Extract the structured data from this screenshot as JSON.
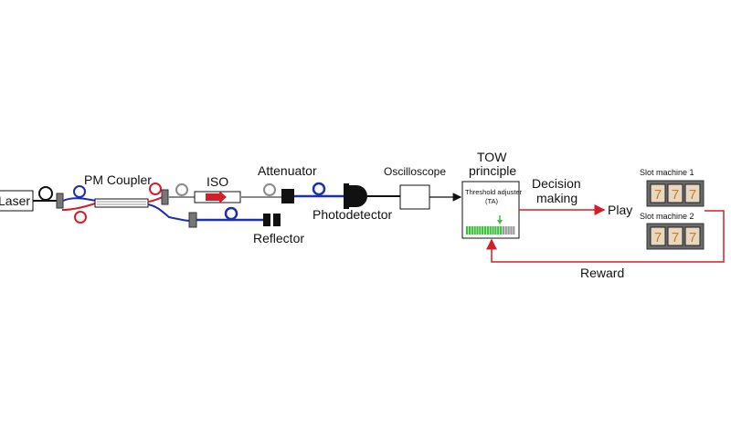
{
  "labels": {
    "laser": "Laser",
    "pm_coupler": "PM Coupler",
    "iso": "ISO",
    "attenuator": "Attenuator",
    "photodetector": "Photodetector",
    "reflector": "Reflector",
    "oscilloscope": "Oscilloscope",
    "tow_line1": "TOW",
    "tow_line2": "principle",
    "ta_line1": "Threshold adjuster",
    "ta_line2": "(TA)",
    "decision_line1": "Decision",
    "decision_line2": "making",
    "play": "Play",
    "slot_machine_1": "Slot machine 1",
    "slot_machine_2": "Slot machine 2",
    "reward": "Reward"
  },
  "slot_digits": {
    "machine1": [
      "7",
      "7",
      "7"
    ],
    "machine2": [
      "7",
      "7",
      "7"
    ]
  },
  "threshold_bar": {
    "green_segments": 14,
    "gray_segments": 5
  },
  "colors": {
    "fiber_blue": "#1c2fb0",
    "fiber_red": "#d1202a",
    "fiber_gray": "#8a8a8a",
    "arrow_red": "#d1202a",
    "ta_green": "#3ec23e",
    "ta_gray": "#9a9a9a",
    "slot_frame": "#5a5a5a",
    "slot_face": "#e7d8c0",
    "slot_digit": "#c97a2a"
  }
}
